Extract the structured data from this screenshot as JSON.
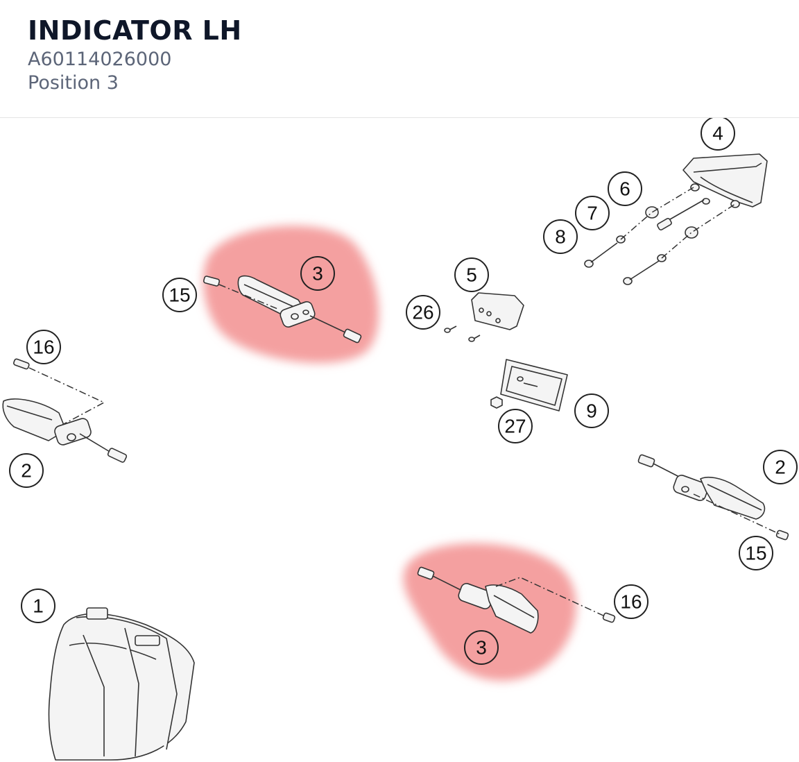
{
  "header": {
    "title": "INDICATOR LH",
    "part_number": "A60114026000",
    "position": "Position 3"
  },
  "diagram": {
    "highlight_color": "#f08080",
    "callouts": {
      "c1": "1",
      "c2a": "2",
      "c2b": "2",
      "c3a": "3",
      "c3b": "3",
      "c4": "4",
      "c5": "5",
      "c6": "6",
      "c7": "7",
      "c8": "8",
      "c9": "9",
      "c15a": "15",
      "c15b": "15",
      "c16a": "16",
      "c16b": "16",
      "c26": "26",
      "c27": "27"
    }
  }
}
